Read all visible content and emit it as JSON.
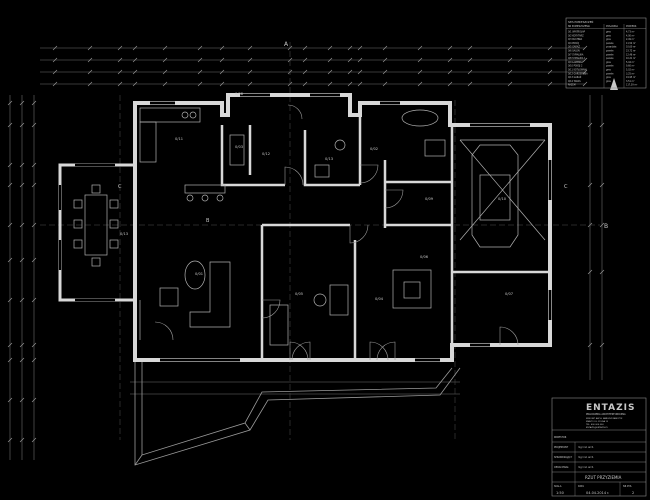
{
  "colors": {
    "background": "#000000",
    "wall": "#d8d8d8",
    "line": "#9a9a9a",
    "dim": "#6e6e6e",
    "grid": "#505050",
    "text": "#c8c8c8"
  },
  "grid_labels": {
    "top_a": "A",
    "right_b": "B",
    "right_c": "C",
    "left_c": "C",
    "center_b": "B"
  },
  "rooms": [
    {
      "id": "R1",
      "label": "0/11"
    },
    {
      "id": "R2",
      "label": "0/12"
    },
    {
      "id": "R3",
      "label": "0/13"
    },
    {
      "id": "R4",
      "label": "0/03"
    },
    {
      "id": "R5",
      "label": "0/02"
    },
    {
      "id": "R6",
      "label": "0/09"
    },
    {
      "id": "R7",
      "label": "0/10"
    },
    {
      "id": "R8",
      "label": "0/13"
    },
    {
      "id": "R9",
      "label": "0/01"
    },
    {
      "id": "R10",
      "label": "0/05"
    },
    {
      "id": "R11",
      "label": "0/04"
    },
    {
      "id": "R12",
      "label": "0/07"
    },
    {
      "id": "R13",
      "label": "0/06"
    },
    {
      "id": "R14",
      "label": "0/08"
    }
  ],
  "schedule": {
    "title": "SPIS POMIESZCZEŃ",
    "headers": [
      "NR POMIESZCZENIA",
      "POSADZKA",
      "POWIERZ."
    ],
    "rows": [
      [
        "0/1 WIATROŁAP",
        "gres",
        "4,73 m²"
      ],
      [
        "0/2 KORYTARZ",
        "gres",
        "4,00 m²"
      ],
      [
        "0/3 KUCHNIA",
        "gres",
        "2,49 m²"
      ],
      [
        "0/4 POKÓJ",
        "panele",
        "11,52 m²"
      ],
      [
        "0/5 GARAŻ",
        "posadzka",
        "10,60 m²"
      ],
      [
        "0/6 SALON",
        "panele",
        "23,72 m²"
      ],
      [
        "0/7 SYPIALNIA",
        "panele",
        "12,46 m²"
      ],
      [
        "0/8 SYPIALNIA 1",
        "panele",
        "10,21 m²"
      ],
      [
        "0/9 ŁAZIENKA",
        "gres",
        "5,44 m²"
      ],
      [
        "0/10 POKÓJ 2",
        "panele",
        "9,60 m²"
      ],
      [
        "0/11 KOTŁOWNIA",
        "gres",
        "5,02 m²"
      ],
      [
        "0/12 GARDEROBA",
        "panele",
        "3,25 m²"
      ],
      [
        "0/13 GARAŻ",
        "gres",
        "19,95 m²"
      ],
      [
        "0/14 TARAS",
        "gres",
        "3,51 m²"
      ],
      [
        "RAZEM",
        "",
        "117,39 m²"
      ]
    ]
  },
  "title_block": {
    "company": "ENTAZIS",
    "subtitle": "PRACOWNIA ARCHITEKTONICZNA",
    "address": [
      "MGR INŻ. ARCH. MARIUSZ RAMCZYK",
      "MIASTO UL. POLNA 12",
      "TEL. 600 000 000",
      "ENTAZIS@ENTAZIS.PL"
    ],
    "fields": [
      [
        "PROJEKTANT",
        "mgr inż. arch."
      ],
      [
        "SPRAWDZAJĄCY",
        "mgr inż. arch."
      ],
      [
        "OPRACOWAŁ",
        "mgr inż. arch."
      ],
      [
        "INWESTOR",
        ""
      ]
    ],
    "drawing_title": "RZUT PRZYZIEMIA",
    "scale_label": "SKALA",
    "scale": "1:50",
    "date_label": "DATA",
    "date": "04.04.2014 r.",
    "sheet_label": "NR RYS.",
    "sheet": "2"
  }
}
